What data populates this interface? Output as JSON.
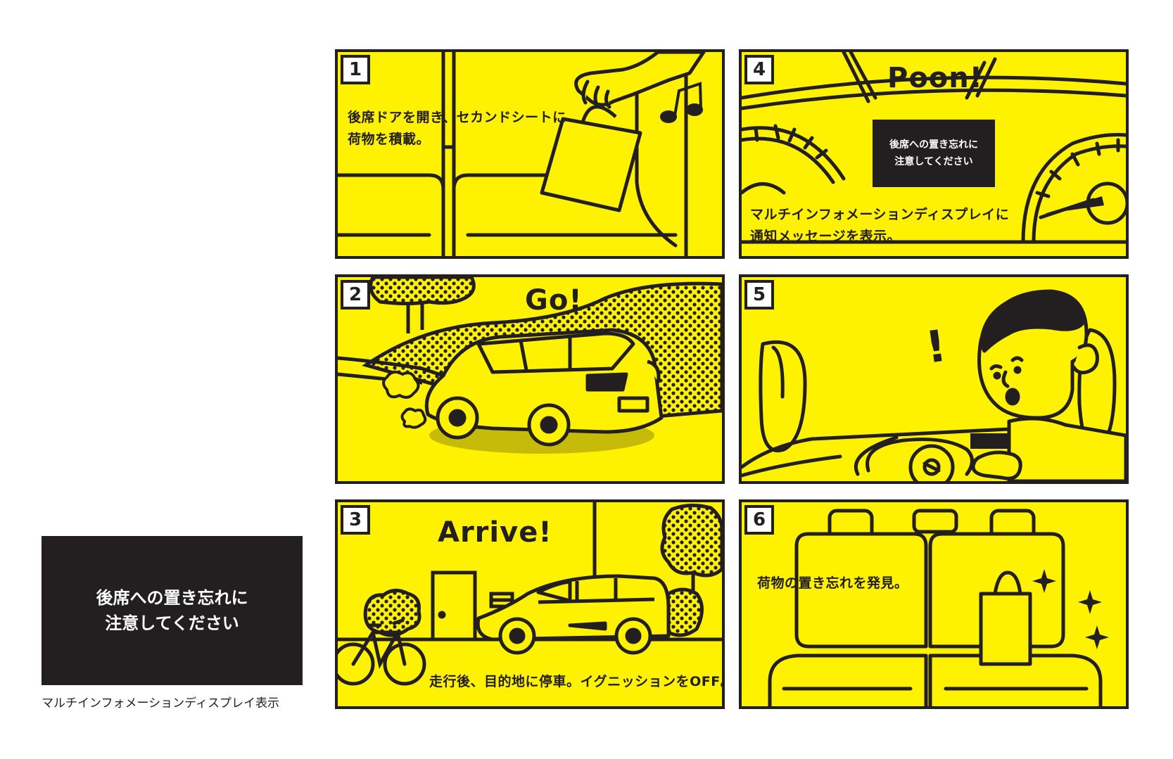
{
  "display_sample": {
    "line1": "後席への置き忘れに",
    "line2": "注意してください",
    "caption": "マルチインフォメーションディスプレイ表示"
  },
  "panels": [
    {
      "number": "1",
      "text_lines": [
        "後席ドアを開き、セカンドシートに",
        "荷物を積載。"
      ]
    },
    {
      "number": "2",
      "shout": "Go!"
    },
    {
      "number": "3",
      "shout": "Arrive!",
      "text_lines": [
        "走行後、目的地に停車。イグニッションをOFF。"
      ]
    },
    {
      "number": "4",
      "shout": "Poon!",
      "screen_lines": [
        "後席への置き忘れに",
        "注意してください"
      ],
      "text_lines": [
        "マルチインフォメーションディスプレイに",
        "通知メッセージを表示。"
      ]
    },
    {
      "number": "5",
      "shout": "!"
    },
    {
      "number": "6",
      "text_lines": [
        "荷物の置き忘れを発見。"
      ]
    }
  ],
  "colors": {
    "panel_bg": "#fff200",
    "ink": "#231f20",
    "screen": "#231f20"
  }
}
